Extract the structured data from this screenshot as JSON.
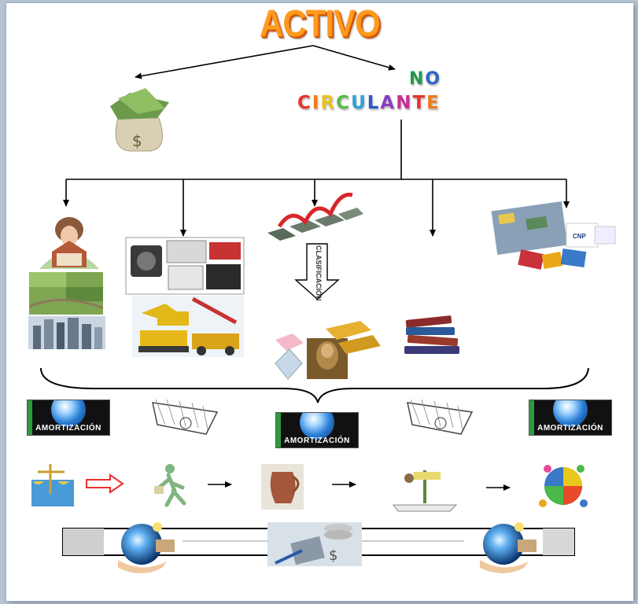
{
  "diagram": {
    "title": "ACTIVO",
    "branch_no": "NO",
    "branch_circulante_letters": [
      "C",
      "I",
      "R",
      "C",
      "U",
      "L",
      "A",
      "N",
      "T",
      "E"
    ],
    "rainbow_colors": [
      "#e8322b",
      "#f07b1f",
      "#e9c21e",
      "#58b94a",
      "#2fa1d8",
      "#3357c7",
      "#8b3ec0",
      "#c72f94",
      "#e8322b",
      "#f07b1f"
    ],
    "no_colors": [
      "#1f9a4d",
      "#2e66c8"
    ],
    "vertical_label": "CLASIFICACIÓN",
    "amortization_label": "AMORTIZACIÓN",
    "icons": [
      "money-bag-icon",
      "woman-house-icon",
      "farmland-icon",
      "city-buildings-icon",
      "generators-icon",
      "construction-machinery-icon",
      "stock-chart-icon",
      "gems-gold-painting-icon",
      "books-icon",
      "brand-logos-icon",
      "scales-icon",
      "walking-man-icon",
      "jug-icon",
      "signpost-icon",
      "puzzle-people-icon",
      "globe-hand-icon",
      "calculator-icon"
    ]
  }
}
